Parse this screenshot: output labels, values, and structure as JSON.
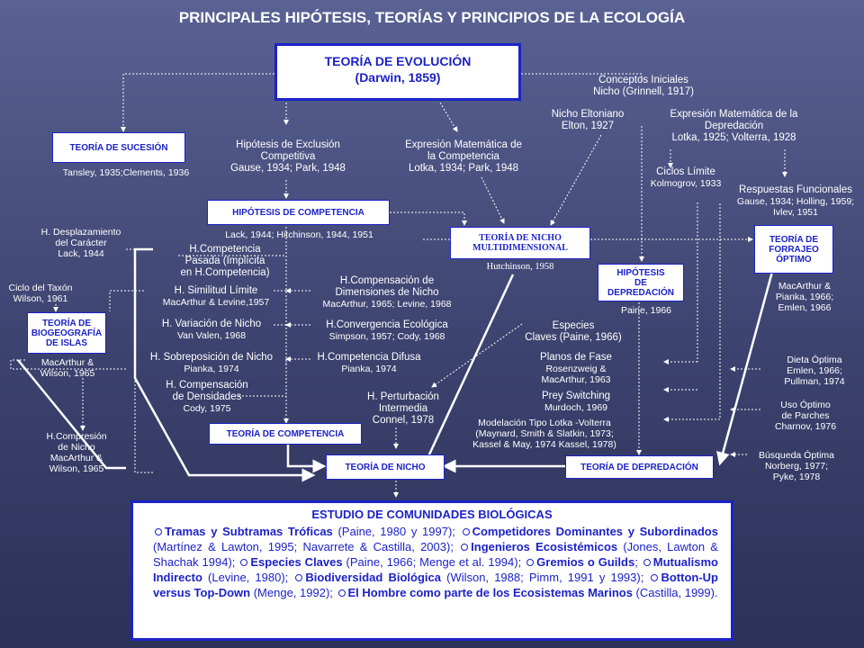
{
  "title": "PRINCIPALES HIPÓTESIS, TEORÍAS Y PRINCIPIOS DE LA ECOLOGÍA",
  "evolution": {
    "name": "TEORÍA DE EVOLUCIÓN",
    "cite": "(Darwin, 1859)"
  },
  "succession": {
    "box": "TEORÍA DE SUCESIÓN",
    "cite": "Tansley, 1935;Clements, 1936"
  },
  "exclusion": {
    "l1": "Hipótesis de Exclusión",
    "l2": "Competitiva",
    "l3": "Gause, 1934; Park, 1948"
  },
  "math_comp": {
    "l1": "Expresión Matemática de",
    "l2": "la Competencia",
    "l3": "Lotka, 1934; Park, 1948"
  },
  "initial": {
    "l1": "Conceptos Iniciales",
    "l2": "Nicho (Grinnell, 1917)"
  },
  "elton": {
    "l1": "Nicho Eltoniano",
    "l2": "Elton, 1927"
  },
  "math_pred": {
    "l1": "Expresión Matemática de la",
    "l2": "Depredación",
    "l3": "Lotka, 1925; Volterra, 1928"
  },
  "limit_cycles": {
    "l1": "Ciclos Límite",
    "l2": "Kolmogrov, 1933"
  },
  "functional": {
    "l1": "Respuestas Funcionales",
    "l2": "Gause, 1934; Holling, 1959;",
    "l3": "Ivlev, 1951"
  },
  "comp_hyp": {
    "box": "HIPÓTESIS DE COMPETENCIA",
    "cite": "Lack, 1944; Hitchinson, 1944, 1951"
  },
  "niche_multi": {
    "l1": "TEORÍA DE NICHO",
    "l2": "MULTIDIMENSIONAL",
    "cite": "Hutchinson, 1958"
  },
  "foraging": {
    "l1": "TEORÍA DE",
    "l2": "FORRAJEO",
    "l3": "ÓPTIMO",
    "c1": "MacArthur &",
    "c2": "Pianka, 1966;",
    "c3": "Emlen, 1966"
  },
  "pred_hyp": {
    "l1": "HIPÓTESIS",
    "l2": "DE",
    "l3": "DEPREDACIÓN",
    "cite": "Paine, 1966"
  },
  "char_disp": {
    "l1": "H. Desplazamiento",
    "l2": "del Carácter",
    "l3": "Lack, 1944"
  },
  "past_comp": {
    "l1": "H.Competencia",
    "l2": "Pasada (Implícita",
    "l3": "en H.Competencia)"
  },
  "taxon_cycle": {
    "l1": "Ciclo del Taxón",
    "l2": "Wilson, 1961"
  },
  "limit_sim": {
    "l1": "H. Similitud Límite",
    "l2": "MacArthur & Levine,1957"
  },
  "island": {
    "l1": "TEORÍA DE",
    "l2": "BIOGEOGRAFÍA",
    "l3": "DE ISLAS",
    "c1": "MacArthur &",
    "c2": "Wilson, 1965"
  },
  "niche_var": {
    "l1": "H. Variación de Nicho",
    "l2": "Van Valen, 1968"
  },
  "niche_overlap": {
    "l1": "H. Sobreposición de Nicho",
    "l2": "Pianka, 1974"
  },
  "density_comp": {
    "l1": "H. Compensación",
    "l2": "de Densidades",
    "l3": "Cody, 1975"
  },
  "niche_comp": {
    "l1": "H.Compresión",
    "l2": "de Nicho",
    "l3": "MacArthur &",
    "l4": "Wilson, 1965"
  },
  "dim_comp": {
    "l1": "H.Compensación de",
    "l2": "Dimensiones de Nicho",
    "l3": "MacArthur, 1965; Levine, 1968"
  },
  "eco_conv": {
    "l1": "H.Convergencia Ecológica",
    "l2": "Simpson, 1957; Cody, 1968"
  },
  "diffuse": {
    "l1": "H.Competencia Difusa",
    "l2": "Pianka, 1974"
  },
  "disturbance": {
    "l1": "H. Perturbación",
    "l2": "Intermedia",
    "l3": "Connel, 1978"
  },
  "keystone": {
    "l1": "Especies",
    "l2": "Claves (Paine, 1966)"
  },
  "phase": {
    "l1": "Planos de Fase",
    "l2": "Rosenzweig &",
    "l3": "MacArthur, 1963"
  },
  "prey_sw": {
    "l1": "Prey Switching",
    "l2": "Murdoch, 1969"
  },
  "lotka_model": {
    "l1": "Modelación Tipo Lotka -Volterra",
    "l2": "(Maynard, Smith & Slatkin, 1973;",
    "l3": "Kassel & May, 1974 Kassel, 1978)"
  },
  "diet": {
    "l1": "Dieta Óptima",
    "l2": "Emlen, 1966;",
    "l3": "Pullman, 1974"
  },
  "patch": {
    "l1": "Uso Óptimo",
    "l2": "de Parches",
    "l3": "Charnov, 1976"
  },
  "search": {
    "l1": "Búsqueda Óptima",
    "l2": "Norberg, 1977;",
    "l3": "Pyke, 1978"
  },
  "comp_theory": {
    "box": "TEORÍA DE COMPETENCIA"
  },
  "niche_theory": {
    "box": "TEORÍA DE NICHO"
  },
  "pred_theory": {
    "box": "TEORÍA DE DEPREDACIÓN"
  },
  "study": {
    "title": "ESTUDIO DE COMUNIDADES BIOLÓGICAS",
    "i1b": "Tramas y Subtramas Tróficas",
    "i1n": " (Paine, 1980 y 1997); ",
    "i2b": "Competidores Dominantes y Subordinados",
    "i2n": " (Martínez & Lawton, 1995; Navarrete  & Castilla, 2003); ",
    "i3b": "Ingenieros Ecosistémicos",
    "i3n": " (Jones, Lawton & Shachak 1994); ",
    "i4b": "Especies Claves",
    "i4n": " (Paine, 1966; Menge et al. 1994); ",
    "i5b": "Gremios o Guilds",
    "i5n": "; ",
    "i6b": "Mutualismo Indirecto",
    "i6n": " (Levine, 1980); ",
    "i7b": "Biodiversidad Biológica",
    "i7n": " (Wilson, 1988; Pimm, 1991 y 1993); ",
    "i8b": "Botton-Up versus Top-Down",
    "i8n": " (Menge, 1992); ",
    "i9b": "El Hombre como parte de los Ecosistemas Marinos",
    "i9n": " (Castilla, 1999)."
  }
}
